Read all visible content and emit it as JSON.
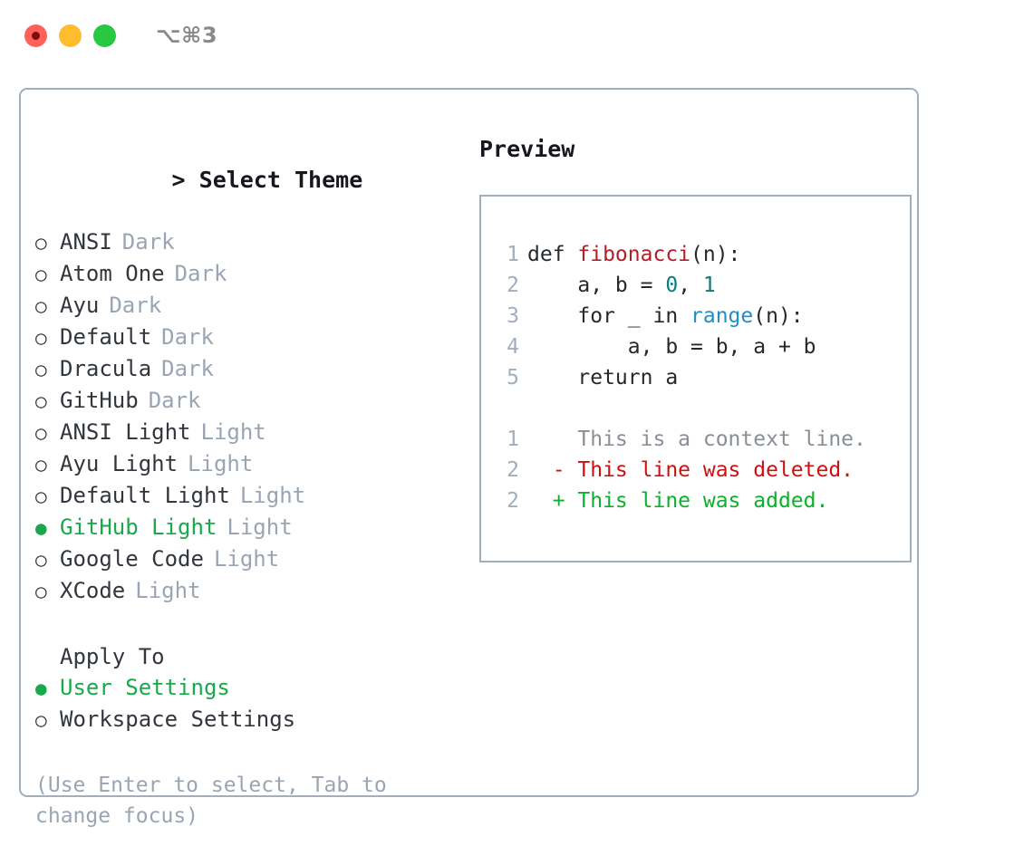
{
  "titlebar": {
    "lights": [
      {
        "name": "close-button",
        "color": "#ff6059"
      },
      {
        "name": "minimize-button",
        "color": "#ffbd2e"
      },
      {
        "name": "maximize-button",
        "color": "#28c840"
      }
    ],
    "shortcut": "⌥⌘3"
  },
  "theme_panel": {
    "header": {
      "caret": ">",
      "title": "Select Theme"
    },
    "themes": [
      {
        "marker": "○",
        "label": "ANSI",
        "tag": "Dark",
        "selected": false
      },
      {
        "marker": "○",
        "label": "Atom One",
        "tag": "Dark",
        "selected": false
      },
      {
        "marker": "○",
        "label": "Ayu",
        "tag": "Dark",
        "selected": false
      },
      {
        "marker": "○",
        "label": "Default",
        "tag": "Dark",
        "selected": false
      },
      {
        "marker": "○",
        "label": "Dracula",
        "tag": "Dark",
        "selected": false
      },
      {
        "marker": "○",
        "label": "GitHub",
        "tag": "Dark",
        "selected": false
      },
      {
        "marker": "○",
        "label": "ANSI Light",
        "tag": "Light",
        "selected": false
      },
      {
        "marker": "○",
        "label": "Ayu Light",
        "tag": "Light",
        "selected": false
      },
      {
        "marker": "○",
        "label": "Default Light",
        "tag": "Light",
        "selected": false
      },
      {
        "marker": "●",
        "label": "GitHub Light",
        "tag": "Light",
        "selected": true
      },
      {
        "marker": "○",
        "label": "Google Code",
        "tag": "Light",
        "selected": false
      },
      {
        "marker": "○",
        "label": "XCode",
        "tag": "Light",
        "selected": false
      }
    ],
    "apply_to": {
      "title": "Apply To",
      "options": [
        {
          "marker": "●",
          "label": "User Settings",
          "selected": true
        },
        {
          "marker": "○",
          "label": "Workspace Settings",
          "selected": false
        }
      ]
    },
    "hint": "(Use Enter to select, Tab to change focus)"
  },
  "preview": {
    "title": "Preview",
    "code_lines": [
      {
        "number": "1",
        "tokens": [
          {
            "text": "def ",
            "type": "plain"
          },
          {
            "text": "fibonacci",
            "type": "fn"
          },
          {
            "text": "(n):",
            "type": "plain"
          }
        ]
      },
      {
        "number": "2",
        "tokens": [
          {
            "text": "    a, b = ",
            "type": "plain"
          },
          {
            "text": "0",
            "type": "num"
          },
          {
            "text": ", ",
            "type": "plain"
          },
          {
            "text": "1",
            "type": "num"
          }
        ]
      },
      {
        "number": "3",
        "tokens": [
          {
            "text": "    for _ in ",
            "type": "plain"
          },
          {
            "text": "range",
            "type": "call"
          },
          {
            "text": "(n):",
            "type": "plain"
          }
        ]
      },
      {
        "number": "4",
        "tokens": [
          {
            "text": "        a, b = b, a + b",
            "type": "plain"
          }
        ]
      },
      {
        "number": "5",
        "tokens": [
          {
            "text": "    return a",
            "type": "plain"
          }
        ]
      }
    ],
    "diff_lines": [
      {
        "number": "1",
        "marker": " ",
        "text": "This is a context line.",
        "kind": "ctx"
      },
      {
        "number": "2",
        "marker": "-",
        "text": "This line was deleted.",
        "kind": "del"
      },
      {
        "number": "2",
        "marker": "+",
        "text": "This line was added.",
        "kind": "add"
      }
    ]
  },
  "colors": {
    "accent_green": "#19a84a",
    "muted": "#9aa5b4",
    "border": "#a3aebc",
    "fn_red": "#b31d28",
    "num_teal": "#0a7d7d",
    "call_blue": "#1f8fc4",
    "diff_del": "#cc1111",
    "diff_add": "#0cb02c"
  }
}
